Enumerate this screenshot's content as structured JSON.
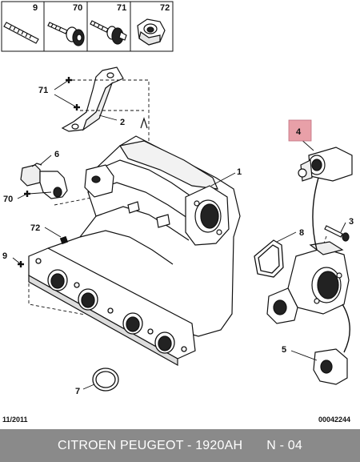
{
  "legend": [
    {
      "number": "9",
      "icon": "long-stud-icon"
    },
    {
      "number": "70",
      "icon": "screw-with-washer-icon"
    },
    {
      "number": "71",
      "icon": "stud-with-flange-icon"
    },
    {
      "number": "72",
      "icon": "hex-nut-icon"
    }
  ],
  "callouts": {
    "c71": "71",
    "c2": "2",
    "c6": "6",
    "c70": "70",
    "c72": "72",
    "c9": "9",
    "c1": "1",
    "c4": "4",
    "c3": "3",
    "c8": "8",
    "c5": "5",
    "c7": "7"
  },
  "colors": {
    "highlight_box": "#e8a0a8",
    "footer_bg": "#8a8a8a",
    "line": "#111111"
  },
  "footer": {
    "date": "11/2011",
    "reference": "00042244",
    "brand": "CITROEN PEUGEOT - 1920AH",
    "page": "N - 04"
  }
}
